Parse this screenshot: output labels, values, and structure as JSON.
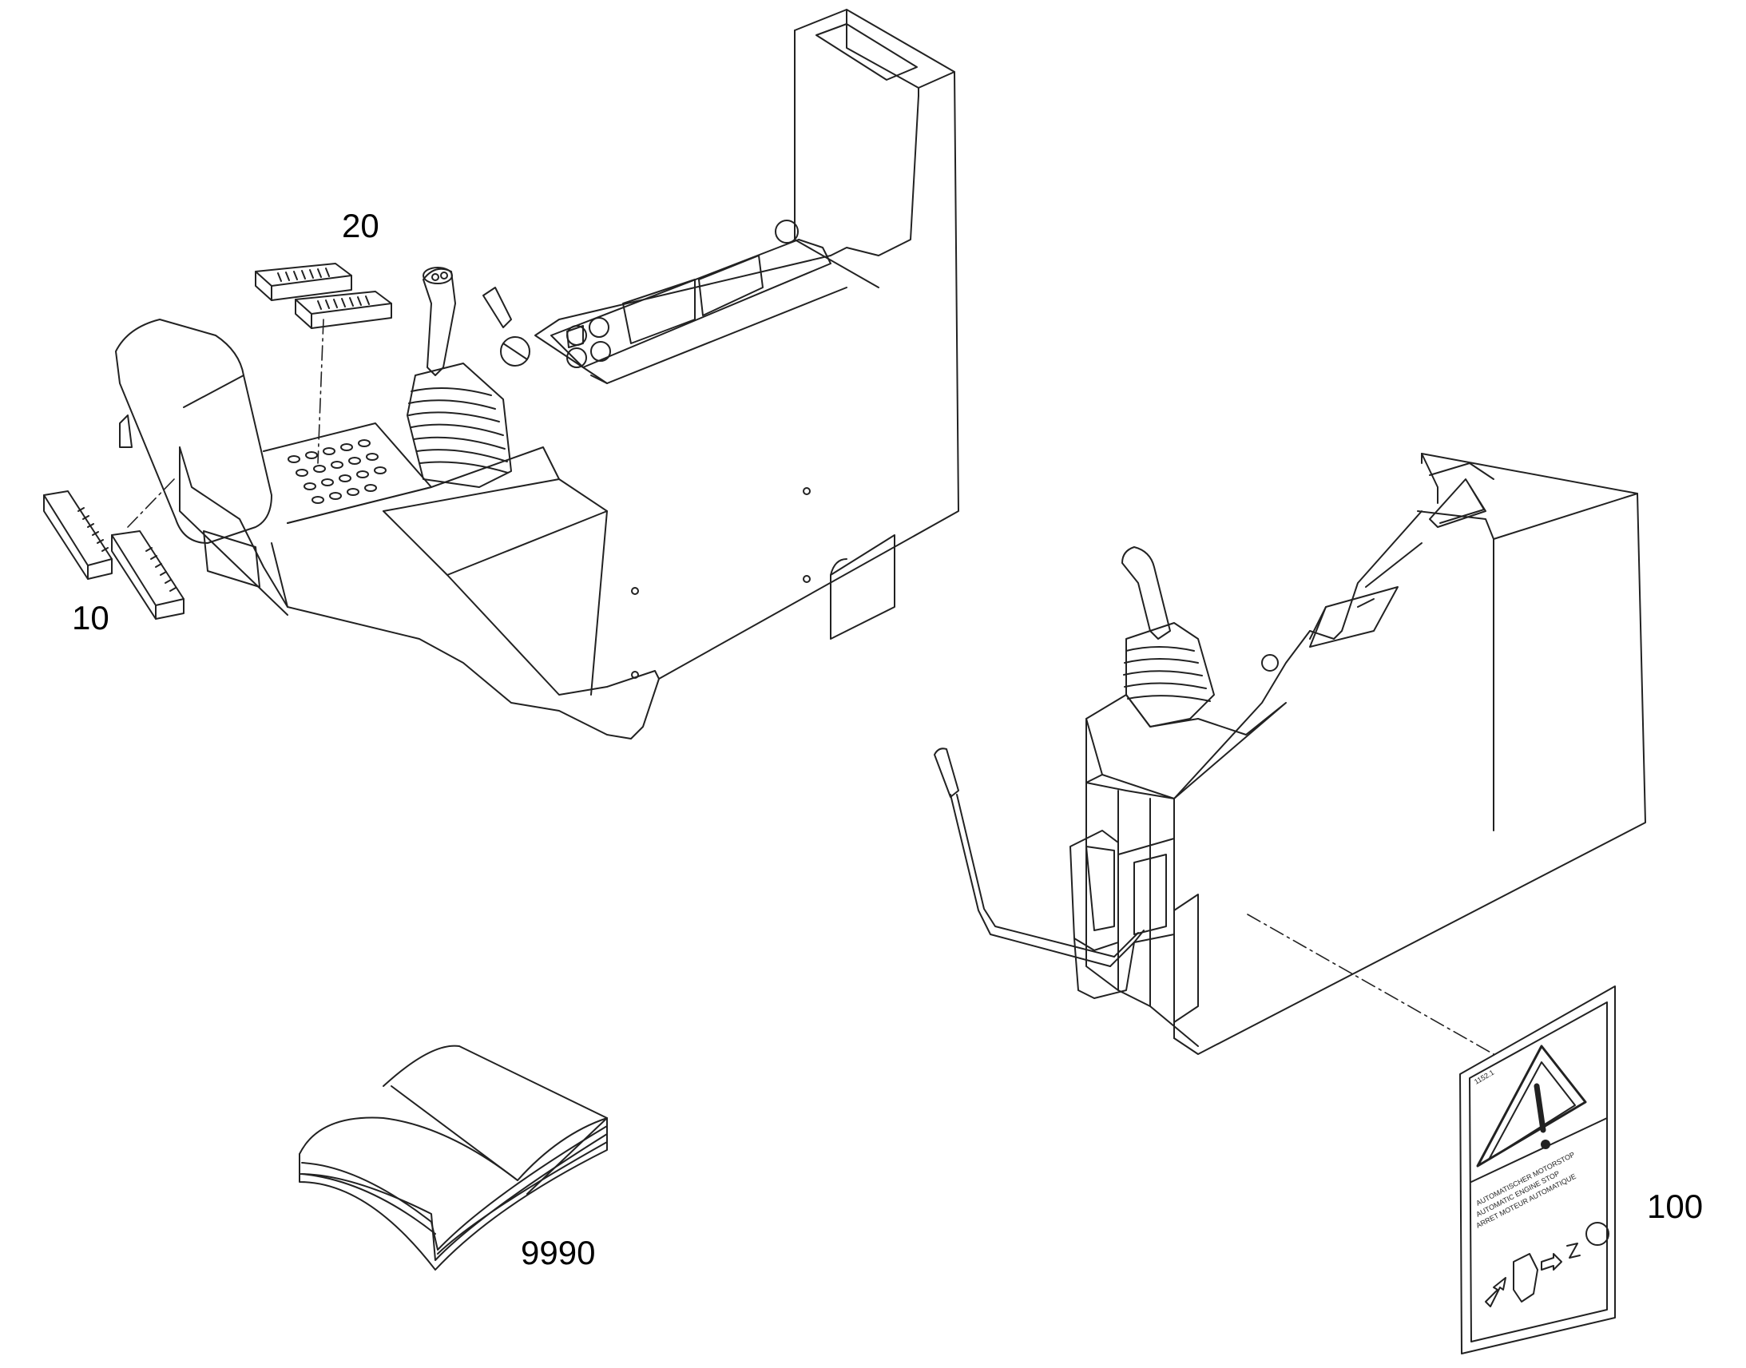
{
  "callouts": {
    "part_10": "10",
    "part_20": "20",
    "part_100": "100",
    "part_9990": "9990"
  },
  "decal_lines": [
    "AUTOMATISCHER MOTORSTOP",
    "AUTOMATIC ENGINE STOP",
    "ARRET MOTEUR AUTOMATIQUE"
  ],
  "decal_code": "1152.1",
  "colors": {
    "line": "#000000",
    "background": "#ffffff"
  }
}
